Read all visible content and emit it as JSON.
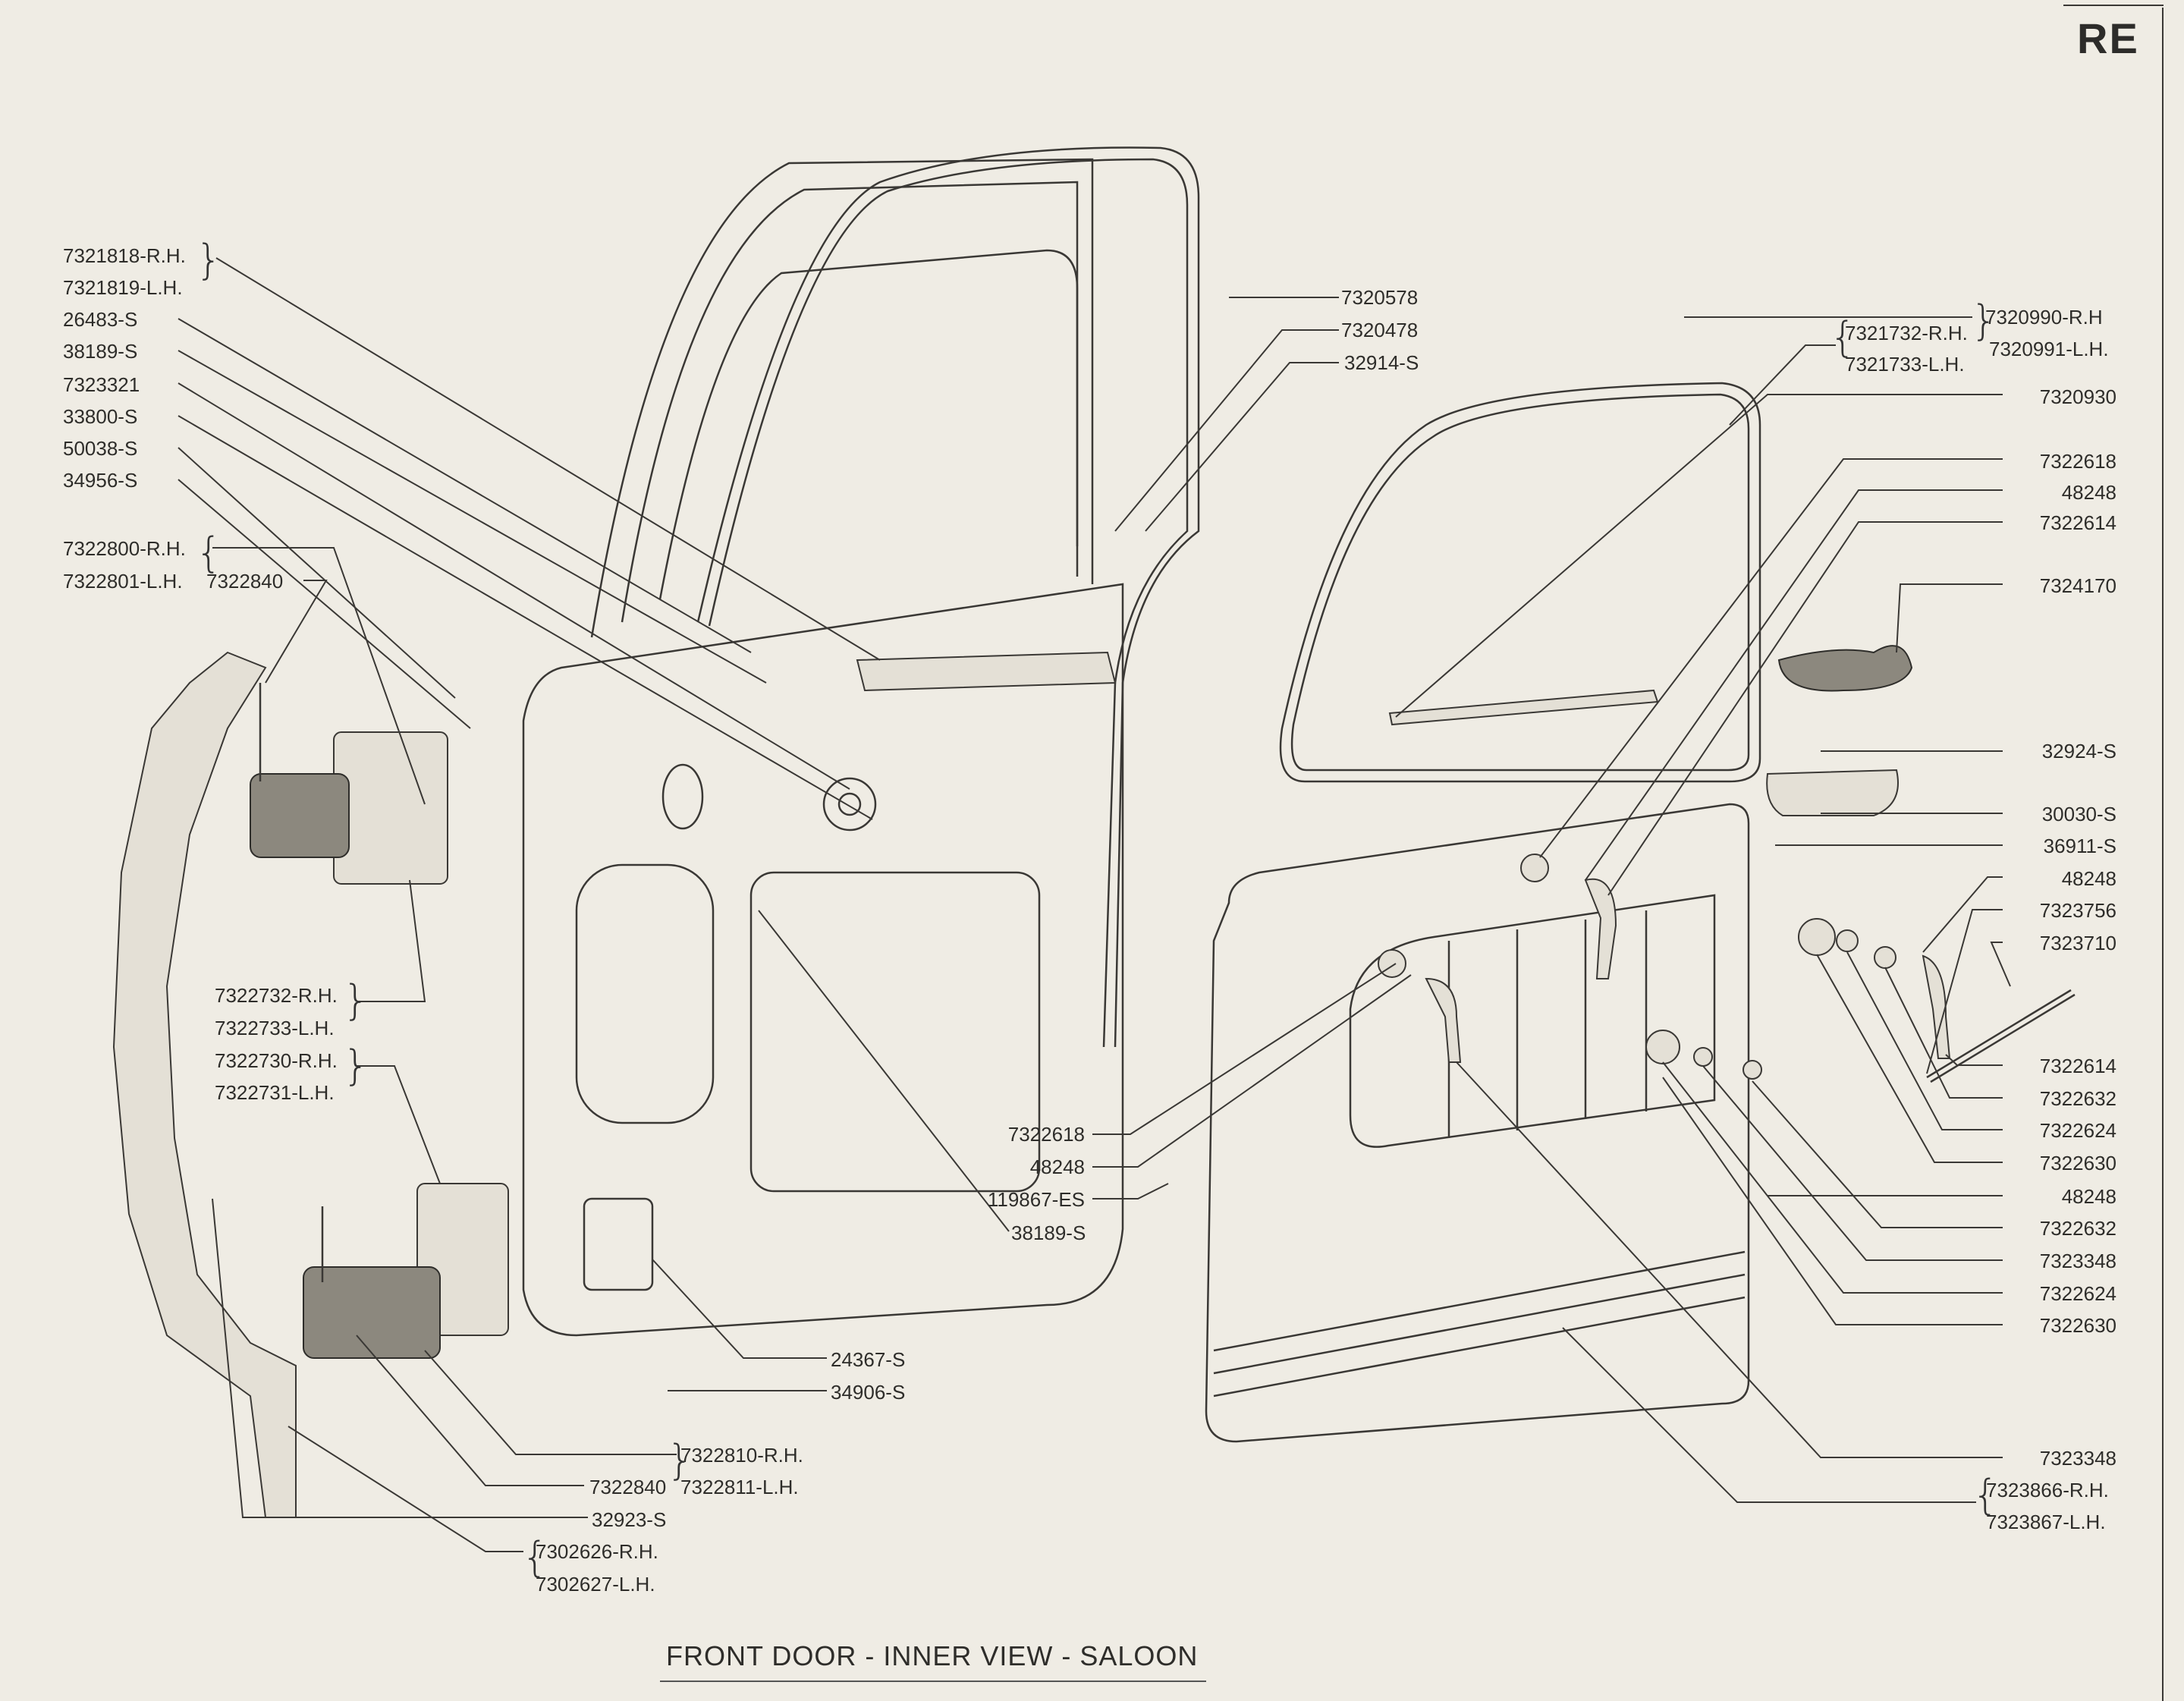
{
  "page": {
    "section_code": "RE",
    "caption": "FRONT DOOR - INNER VIEW - SALOON"
  },
  "labels_left": [
    {
      "text": "7321818-R.H."
    },
    {
      "text": "7321819-L.H."
    },
    {
      "text": "26483-S"
    },
    {
      "text": "38189-S"
    },
    {
      "text": "7323321"
    },
    {
      "text": "33800-S"
    },
    {
      "text": "50038-S"
    },
    {
      "text": "34956-S"
    },
    {
      "text": "7322800-R.H."
    },
    {
      "text": "7322801-L.H."
    },
    {
      "text": "7322840"
    },
    {
      "text": "7322732-R.H."
    },
    {
      "text": "7322733-L.H."
    },
    {
      "text": "7322730-R.H."
    },
    {
      "text": "7322731-L.H."
    }
  ],
  "labels_bottom_left": [
    {
      "text": "7322810-R.H."
    },
    {
      "text": "7322840"
    },
    {
      "text": "7322811-L.H."
    },
    {
      "text": "32923-S"
    },
    {
      "text": "7302626-R.H."
    },
    {
      "text": "7302627-L.H."
    }
  ],
  "labels_center": [
    {
      "text": "7320578"
    },
    {
      "text": "7320478"
    },
    {
      "text": "32914-S"
    },
    {
      "text": "7322618"
    },
    {
      "text": "48248"
    },
    {
      "text": "119867-ES"
    },
    {
      "text": "38189-S"
    },
    {
      "text": "24367-S"
    },
    {
      "text": "34906-S"
    }
  ],
  "labels_right": [
    {
      "text": "7320990-R.H"
    },
    {
      "text": "7320991-L.H."
    },
    {
      "text": "7321732-R.H."
    },
    {
      "text": "7321733-L.H."
    },
    {
      "text": "7320930"
    },
    {
      "text": "7322618"
    },
    {
      "text": "48248"
    },
    {
      "text": "7322614"
    },
    {
      "text": "7324170"
    },
    {
      "text": "32924-S"
    },
    {
      "text": "30030-S"
    },
    {
      "text": "36911-S"
    },
    {
      "text": "48248"
    },
    {
      "text": "7323756"
    },
    {
      "text": "7323710"
    },
    {
      "text": "7322614"
    },
    {
      "text": "7322632"
    },
    {
      "text": "7322624"
    },
    {
      "text": "7322630"
    },
    {
      "text": "48248"
    },
    {
      "text": "7322632"
    },
    {
      "text": "7323348"
    },
    {
      "text": "7322624"
    },
    {
      "text": "7322630"
    },
    {
      "text": "7323348"
    },
    {
      "text": "7323866-R.H."
    },
    {
      "text": "7323867-L.H."
    }
  ]
}
